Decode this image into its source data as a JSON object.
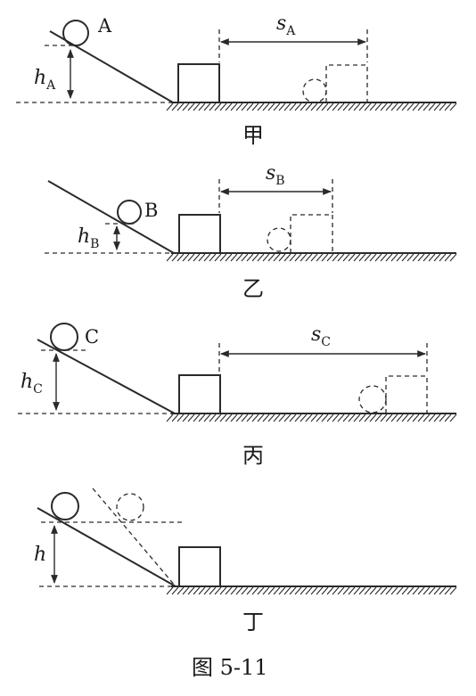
{
  "panels": [
    {
      "id": "jia",
      "ball_label": "A",
      "height_var": "h",
      "height_sub": "A",
      "distance_var": "s",
      "distance_sub": "A",
      "caption": "甲"
    },
    {
      "id": "yi",
      "ball_label": "B",
      "height_var": "h",
      "height_sub": "B",
      "distance_var": "s",
      "distance_sub": "B",
      "caption": "乙"
    },
    {
      "id": "bing",
      "ball_label": "C",
      "height_var": "h",
      "height_sub": "C",
      "distance_var": "s",
      "distance_sub": "C",
      "caption": "丙"
    },
    {
      "id": "ding",
      "ball_label": "",
      "height_var": "h",
      "height_sub": "",
      "distance_var": "",
      "distance_sub": "",
      "caption": "丁"
    }
  ],
  "figure_caption": "图 5-11"
}
